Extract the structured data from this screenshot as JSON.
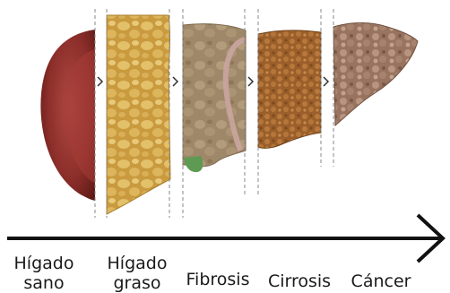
{
  "stages": [
    {
      "line1": "Hígado",
      "line2": "sano",
      "color": "#8c2e2a"
    },
    {
      "line1": "Hígado",
      "line2": "graso",
      "color": "#d4ab52"
    },
    {
      "line1": "Fibrosis",
      "line2": "",
      "color": "#a58c6c"
    },
    {
      "line1": "Cirrosis",
      "line2": "",
      "color": "#a8692f"
    },
    {
      "line1": "Cáncer",
      "line2": "",
      "color": "#a8836c"
    }
  ],
  "axis": {
    "color": "#111111",
    "direction": "left-to-right"
  },
  "gallbladder_color": "#5e9a52"
}
